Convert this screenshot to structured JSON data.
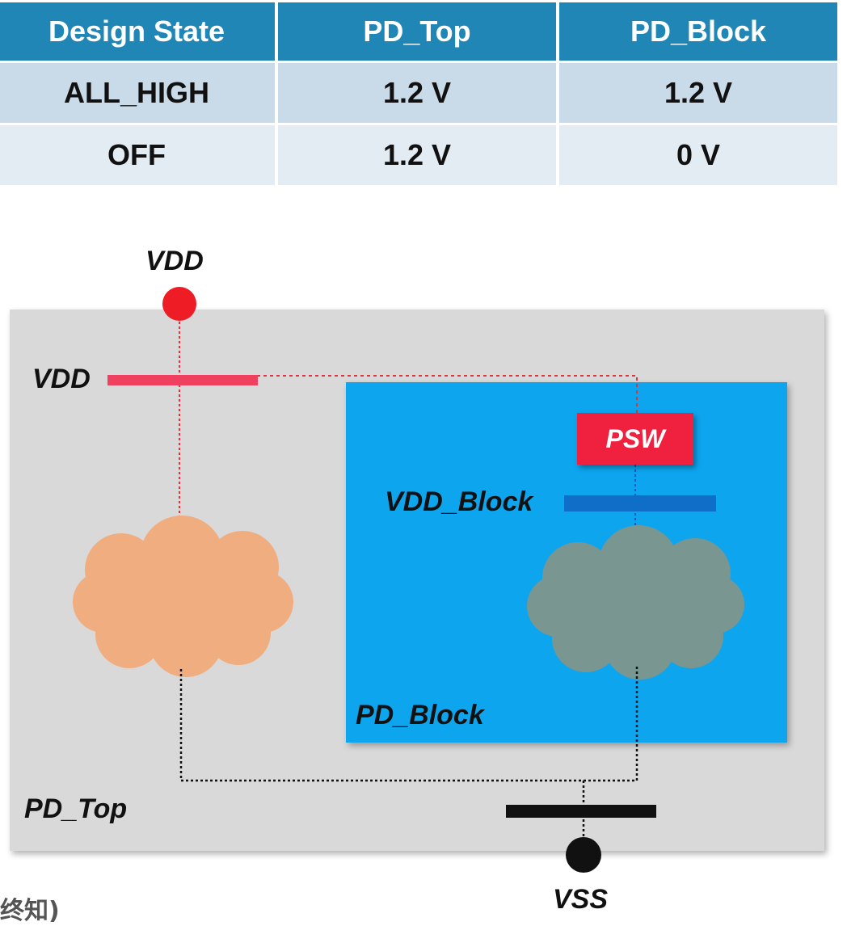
{
  "table": {
    "headers": [
      "Design State",
      "PD_Top",
      "PD_Block"
    ],
    "rows": [
      [
        "ALL_HIGH",
        "1.2 V",
        "1.2 V"
      ],
      [
        "OFF",
        "1.2 V",
        "0 V"
      ]
    ]
  },
  "diagram": {
    "vdd_pin_label": "VDD",
    "vdd_rail_label": "VDD",
    "psw_label": "PSW",
    "vdd_block_label": "VDD_Block",
    "pd_block_label": "PD_Block",
    "pd_top_label": "PD_Top",
    "vss_label": "VSS",
    "corner_note": "终知)"
  },
  "colors": {
    "header_bg": "#1f86b6",
    "row_a_bg": "#c9dbe8",
    "row_b_bg": "#e4ecf3",
    "pd_top_bg": "#d9d9d9",
    "pd_block_bg": "#0ea5ee",
    "vdd_red": "#ee1c25",
    "vdd_rail": "#f0405f",
    "psw": "#f0213f",
    "vdd_block_rail": "#0f6fc8",
    "cloud_top": "#f0ad80",
    "cloud_block": "#7a9691",
    "vss": "#111111"
  },
  "icons": [
    "vdd-pin-icon",
    "vss-pin-icon",
    "logic-cloud-icon"
  ]
}
